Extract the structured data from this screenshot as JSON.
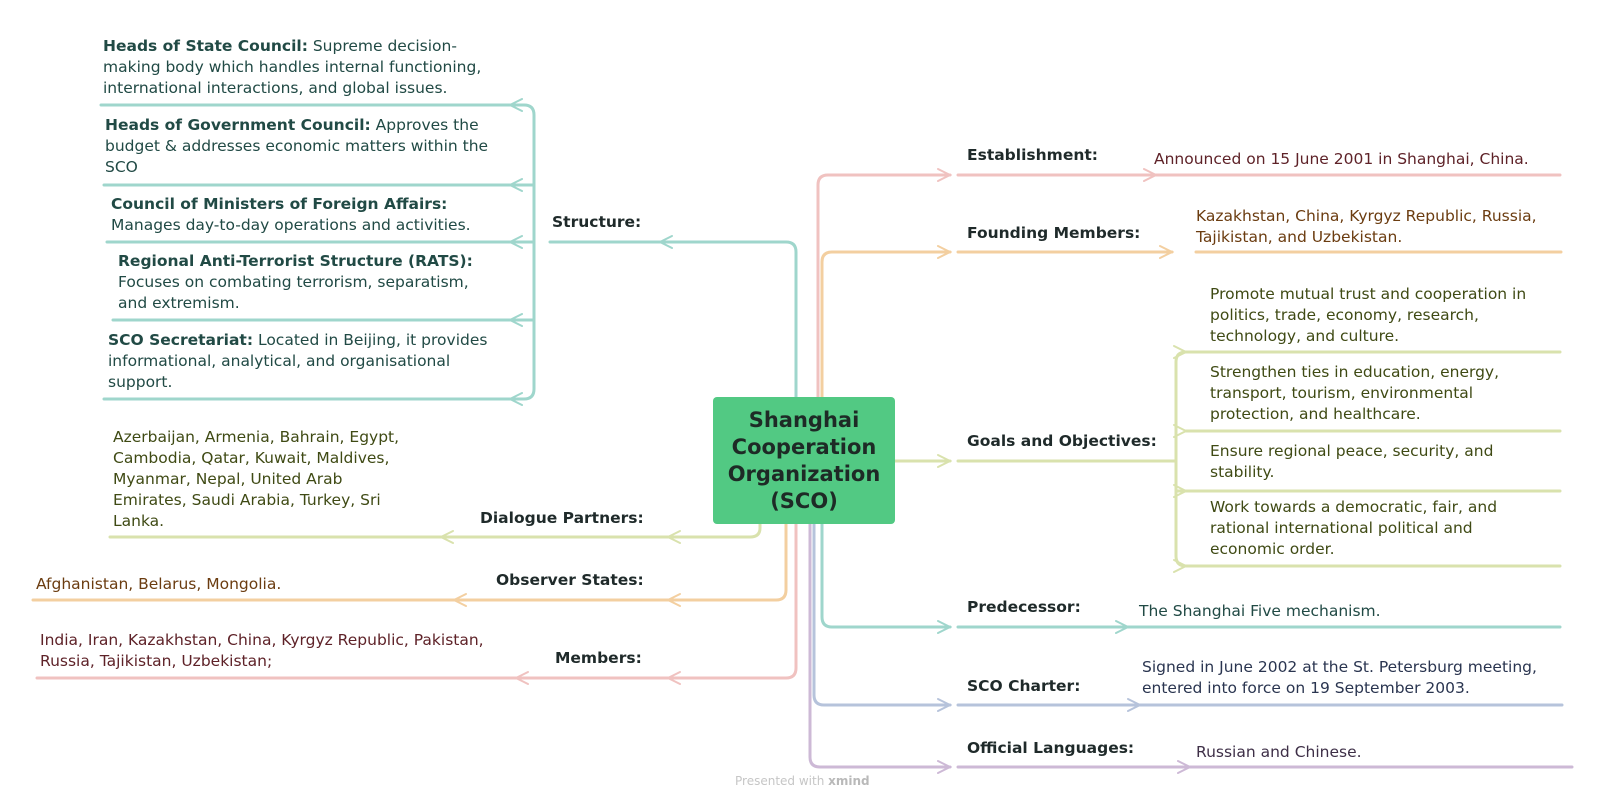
{
  "central": "Shanghai Cooperation Organization (SCO)",
  "colors": {
    "teal": "#9fd6cc",
    "orange": "#f3cfa0",
    "olive": "#d9e2ad",
    "red": "#f0c2c0",
    "navy": "#b6c3db",
    "plum": "#cdb9d6",
    "central_fill": "#52c983"
  },
  "left": {
    "structure": {
      "label": "Structure:",
      "items": [
        {
          "title": "Heads of State Council:",
          "text": " Supreme decision-making body which handles internal functioning, international interactions, and global issues."
        },
        {
          "title": "Heads of Government Council:",
          "text": " Approves the budget & addresses economic matters within the SCO"
        },
        {
          "title": "Council of Ministers of Foreign Affairs:",
          "text": " Manages day-to-day operations and activities."
        },
        {
          "title": "Regional Anti-Terrorist Structure (RATS):",
          "text": " Focuses on combating terrorism, separatism, and extremism."
        },
        {
          "title": "SCO Secretariat:",
          "text": " Located in Beijing, it provides informational, analytical, and organisational support."
        }
      ]
    },
    "dialogue": {
      "label": "Dialogue Partners:",
      "text": "Azerbaijan, Armenia, Bahrain, Egypt, Cambodia, Qatar, Kuwait, Maldives, Myanmar, Nepal, United Arab Emirates, Saudi Arabia, Turkey, Sri Lanka."
    },
    "observer": {
      "label": "Observer States:",
      "text": "Afghanistan, Belarus, Mongolia."
    },
    "members": {
      "label": "Members:",
      "text": "India, Iran, Kazakhstan, China, Kyrgyz Republic, Pakistan, Russia, Tajikistan, Uzbekistan;"
    }
  },
  "right": {
    "establishment": {
      "label": "Establishment:",
      "text": "Announced on 15 June 2001 in Shanghai, China."
    },
    "founding": {
      "label": "Founding Members:",
      "text": "Kazakhstan, China, Kyrgyz Republic, Russia, Tajikistan, and Uzbekistan."
    },
    "goals": {
      "label": "Goals and Objectives:",
      "items": [
        "Promote mutual trust and cooperation in politics, trade, economy, research, technology, and culture.",
        "Strengthen ties in education, energy, transport, tourism, environmental protection, and healthcare.",
        "Ensure regional peace, security, and stability.",
        "Work towards a democratic, fair, and rational international political and economic order."
      ]
    },
    "predecessor": {
      "label": "Predecessor:",
      "text": "The Shanghai Five mechanism."
    },
    "charter": {
      "label": "SCO Charter:",
      "text": "Signed in June 2002 at the St. Petersburg meeting, entered into force on 19 September 2003."
    },
    "languages": {
      "label": "Official Languages:",
      "text": "Russian and Chinese."
    }
  },
  "footer": {
    "prefix": "Presented with ",
    "brand": "xmind"
  }
}
